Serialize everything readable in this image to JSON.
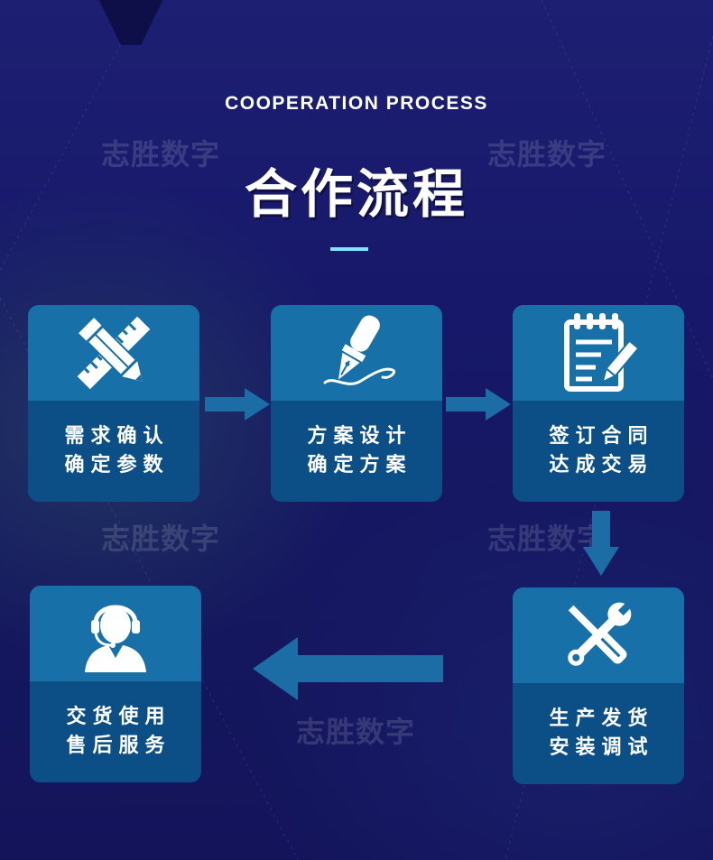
{
  "header": {
    "subtitle": "COOPERATION PROCESS",
    "title": "合作流程"
  },
  "watermark": "志胜数字",
  "colors": {
    "card_top": "#1870a8",
    "card_bottom": "#0b4f86",
    "arrow": "#1c6da6",
    "accent": "#7fe4ff"
  },
  "steps": [
    {
      "icon": "ruler-pencil-icon",
      "line1": "需求确认",
      "line2": "确定参数"
    },
    {
      "icon": "fountain-pen-icon",
      "line1": "方案设计",
      "line2": "确定方案"
    },
    {
      "icon": "notepad-pencil-icon",
      "line1": "签订合同",
      "line2": "达成交易"
    },
    {
      "icon": "wrench-screwdriver-icon",
      "line1": "生产发货",
      "line2": "安装调试"
    },
    {
      "icon": "customer-service-icon",
      "line1": "交货使用",
      "line2": "售后服务"
    }
  ]
}
